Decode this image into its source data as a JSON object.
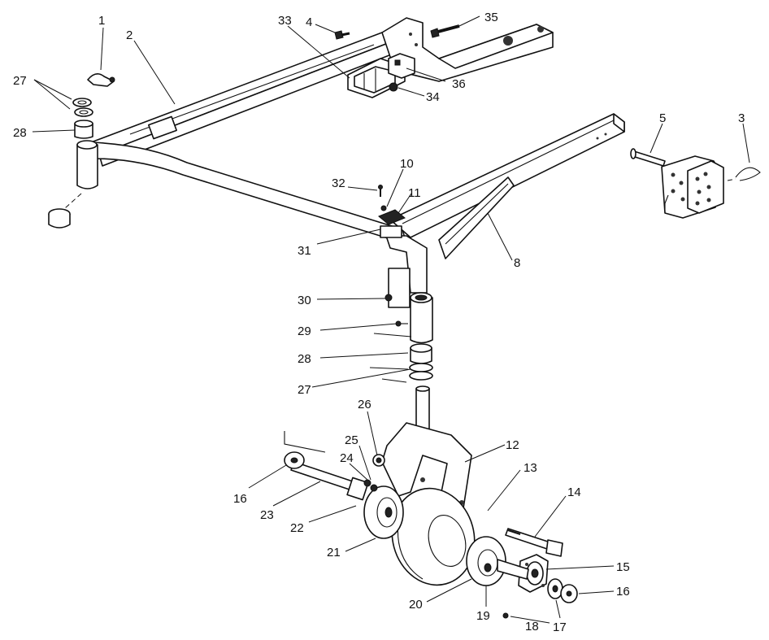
{
  "callouts": [
    {
      "id": "c1",
      "label": "1"
    },
    {
      "id": "c2",
      "label": "2"
    },
    {
      "id": "c3",
      "label": "3"
    },
    {
      "id": "c4",
      "label": "4"
    },
    {
      "id": "c5",
      "label": "5"
    },
    {
      "id": "c8",
      "label": "8"
    },
    {
      "id": "c10",
      "label": "10"
    },
    {
      "id": "c11",
      "label": "11"
    },
    {
      "id": "c12",
      "label": "12"
    },
    {
      "id": "c13",
      "label": "13"
    },
    {
      "id": "c14",
      "label": "14"
    },
    {
      "id": "c15",
      "label": "15"
    },
    {
      "id": "c16a",
      "label": "16"
    },
    {
      "id": "c16b",
      "label": "16"
    },
    {
      "id": "c17",
      "label": "17"
    },
    {
      "id": "c18",
      "label": "18"
    },
    {
      "id": "c19",
      "label": "19"
    },
    {
      "id": "c20",
      "label": "20"
    },
    {
      "id": "c21",
      "label": "21"
    },
    {
      "id": "c22",
      "label": "22"
    },
    {
      "id": "c23",
      "label": "23"
    },
    {
      "id": "c24",
      "label": "24"
    },
    {
      "id": "c25",
      "label": "25"
    },
    {
      "id": "c26",
      "label": "26"
    },
    {
      "id": "c27a",
      "label": "27"
    },
    {
      "id": "c27b",
      "label": "27"
    },
    {
      "id": "c28a",
      "label": "28"
    },
    {
      "id": "c28b",
      "label": "28"
    },
    {
      "id": "c29",
      "label": "29"
    },
    {
      "id": "c30",
      "label": "30"
    },
    {
      "id": "c31",
      "label": "31"
    },
    {
      "id": "c32",
      "label": "32"
    },
    {
      "id": "c33",
      "label": "33"
    },
    {
      "id": "c34",
      "label": "34"
    },
    {
      "id": "c35",
      "label": "35"
    },
    {
      "id": "c36",
      "label": "36"
    }
  ]
}
